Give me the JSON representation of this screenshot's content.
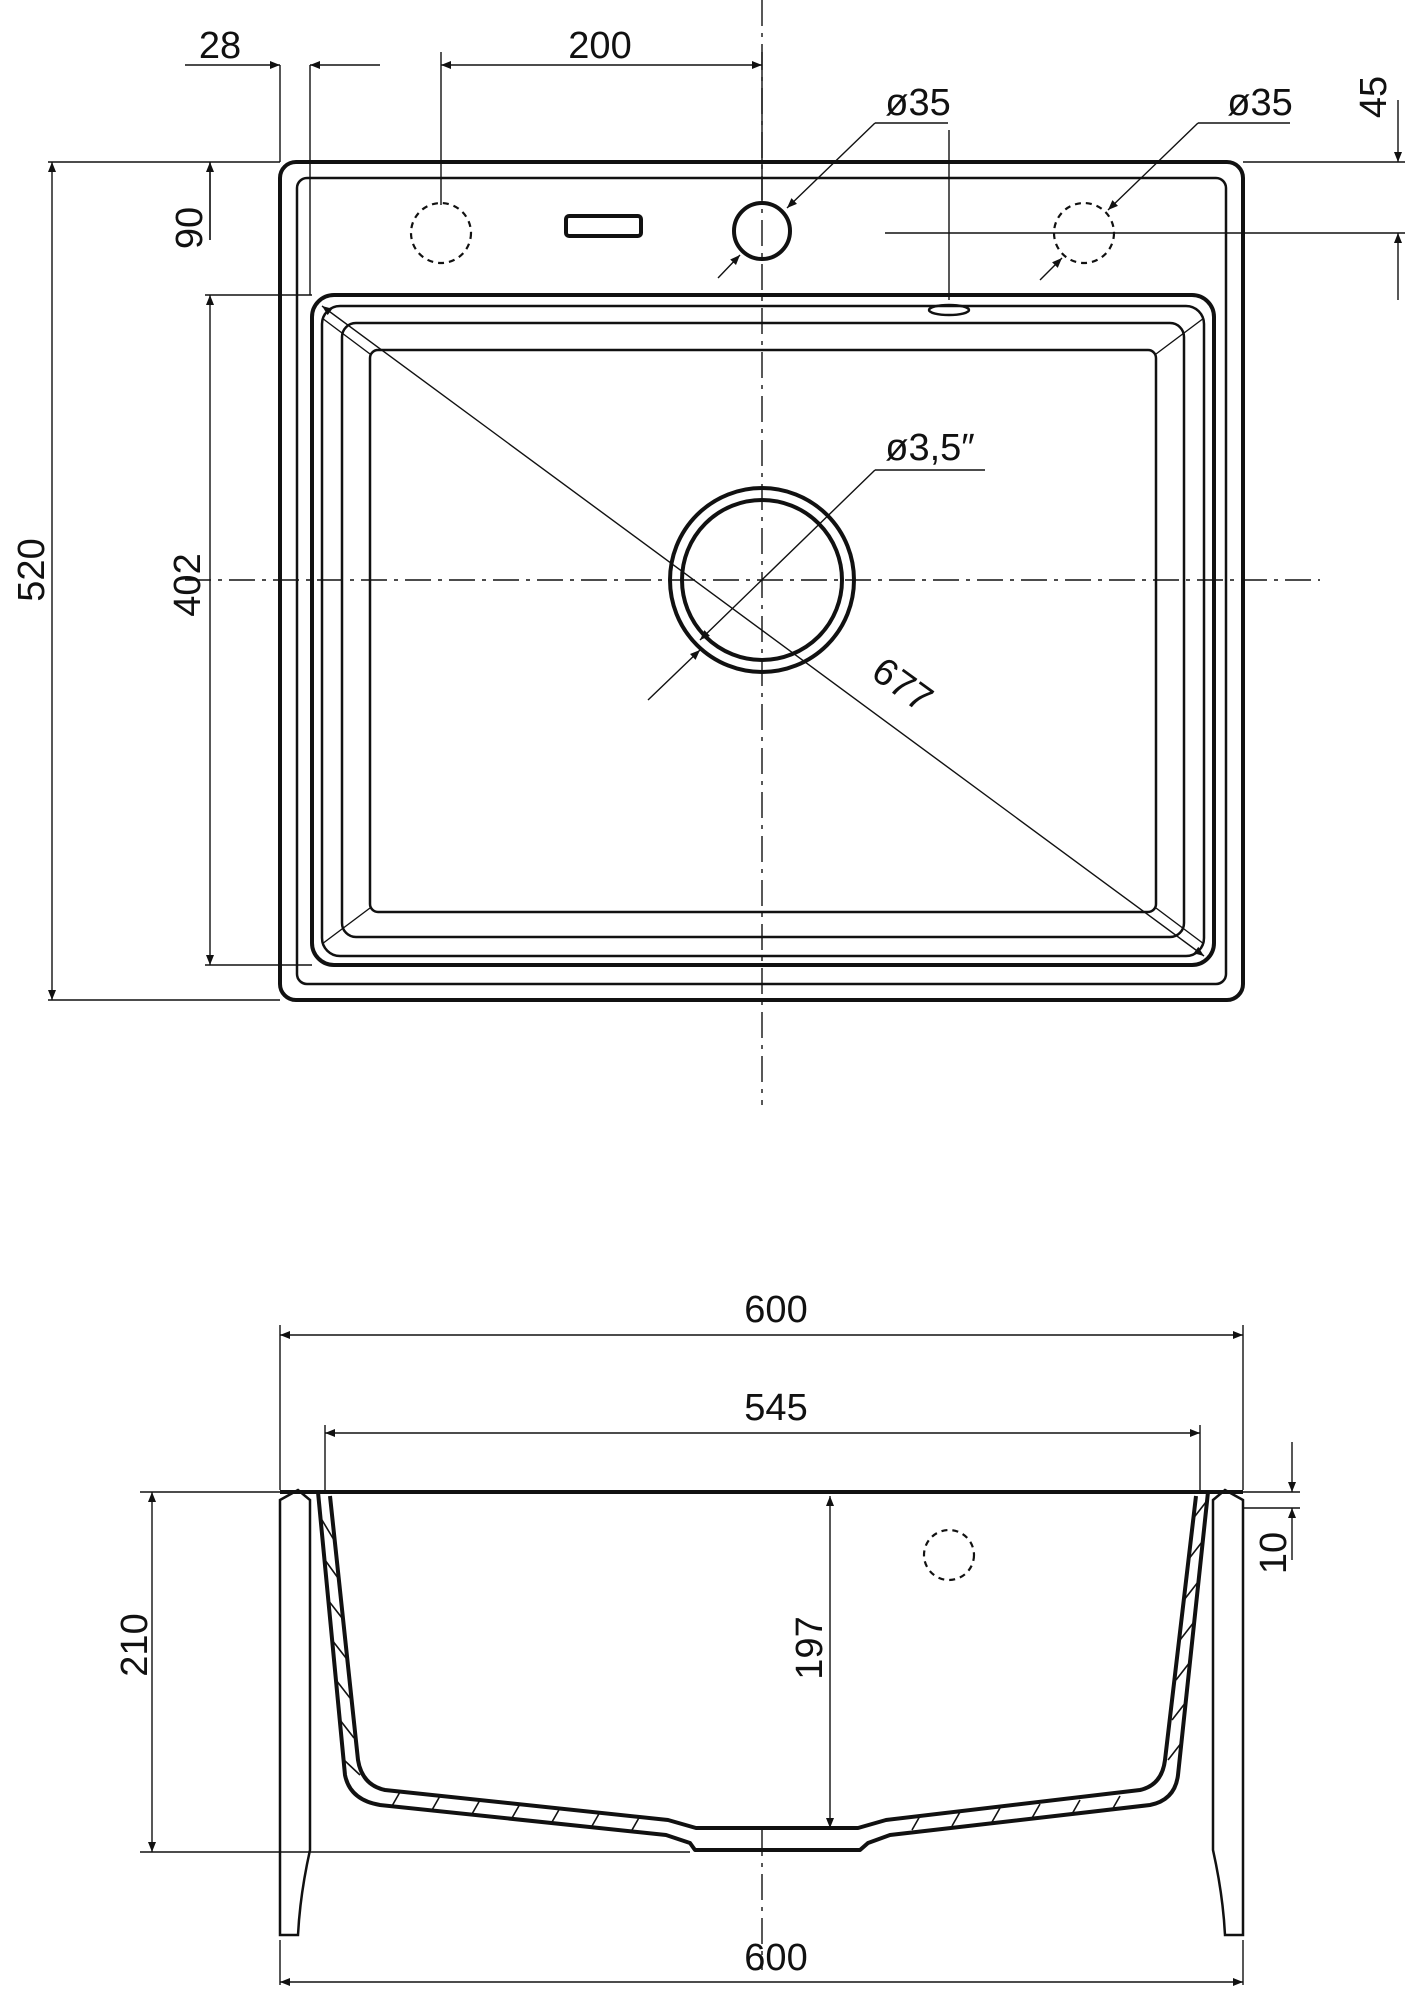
{
  "top_view": {
    "dim_edge_offset": "28",
    "dim_hole_spacing": "200",
    "dim_hole_left": "ø35",
    "dim_hole_right": "ø35",
    "dim_right_offset": "45",
    "dim_top_offset": "90",
    "dim_overall_depth": "520",
    "dim_bowl_depth": "402",
    "dim_drain": "ø3,5″",
    "dim_diagonal": "677"
  },
  "side_view": {
    "dim_top_width": "600",
    "dim_bowl_width": "545",
    "dim_rim": "10",
    "dim_overall_height": "210",
    "dim_bowl_height": "197",
    "dim_bottom_width": "600"
  }
}
